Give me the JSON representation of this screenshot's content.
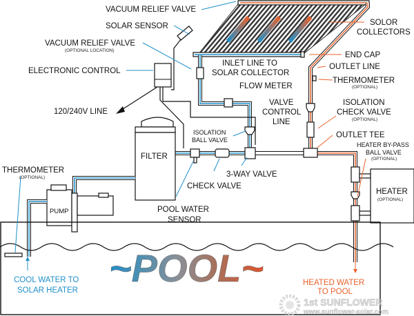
{
  "labels": {
    "vacuum_relief_valve": "VACUUM RELIEF VALVE",
    "solar_sensor": "SOLAR SENSOR",
    "vacuum_relief_valve_optional": "VACUUM RELIEF VALVE",
    "optional_location": "(OPTIONAL LOCATION)",
    "electronic_control": "ELECTRONIC CONTROL",
    "line_voltage": "120/240V LINE",
    "solar_collectors_1": "SOLOR",
    "solar_collectors_2": "COLLECTORS",
    "end_cap": "END CAP",
    "inlet_line_1": "INLET LINE TO",
    "inlet_line_2": "SOLAR COLLECTOR",
    "outlet_line": "OUTLET LINE",
    "thermometer_top": "THERMOMETER",
    "optional": "(OPTIONAL)",
    "flow_meter": "FLOW METER",
    "valve_control_1": "VALVE",
    "valve_control_2": "CONTROL",
    "valve_control_3": "LINE",
    "isolation_check_1": "ISOLATION",
    "isolation_check_2": "CHECK VALVE",
    "isolation_ball_1": "ISOLATION",
    "isolation_ball_2": "BALL VALVE",
    "outlet_tee": "OUTLET TEE",
    "heater_bypass_1": "HEATER BY-PASS",
    "heater_bypass_2": "BALL VALVE",
    "filter": "FILTER",
    "three_way_valve": "3-WAY VALVE",
    "check_valve": "CHECK VALVE",
    "thermometer_left": "THERMOMETER",
    "pump": "PUMP",
    "pool_sensor_1": "POOL WATER",
    "pool_sensor_2": "SENSOR",
    "heater": "HEATER",
    "cool_water_1": "COOL WATER TO",
    "cool_water_2": "SOLAR HEATER",
    "heated_water_1": "HEATED WATER",
    "heated_water_2": "TO POOL",
    "pool_title": "~POOL~"
  },
  "watermark": {
    "brand": "1st SUNFLOWER",
    "url": "www.sunflower-solar.com"
  },
  "colors": {
    "cool": "#1f8fc9",
    "hot": "#e8612c",
    "line": "#111111"
  }
}
